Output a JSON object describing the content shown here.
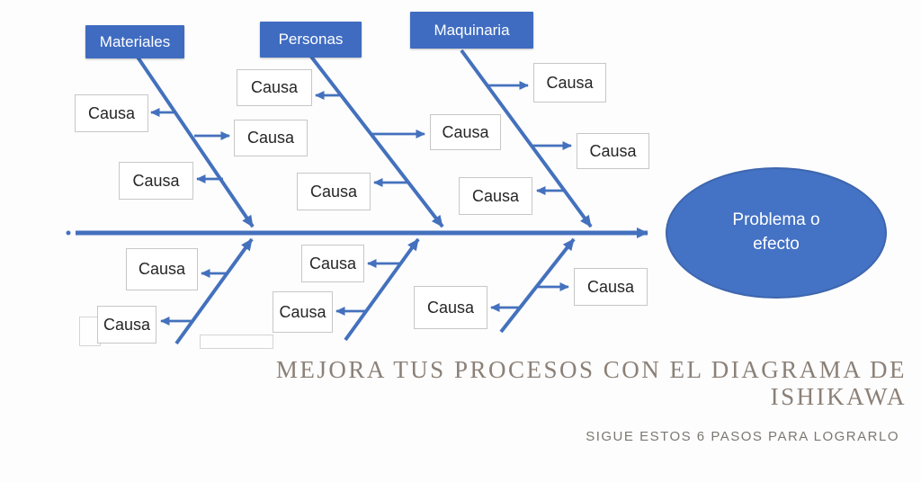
{
  "diagram": {
    "category_labels": [
      "Materiales",
      "Personas",
      "Maquinaria"
    ],
    "cause_labels": [
      "Causa",
      "Causa",
      "Causa",
      "Causa",
      "Causa",
      "Causa",
      "Causa",
      "Causa",
      "Causa",
      "Causa",
      "Causa",
      "Causa",
      "Causa",
      "Causa",
      "Causa"
    ],
    "effect": {
      "line1": "Problema o",
      "line2": "efecto"
    }
  },
  "footer": {
    "title_line1": "MEJORA TUS PROCESOS CON EL DIAGRAMA DE",
    "title_line2": "ISHIKAWA",
    "subtitle": "SIGUE ESTOS 6 PASOS PARA LOGRARLO"
  },
  "colors": {
    "accent_blue": "#4472c4",
    "line_blue": "#4471bd",
    "box_border_gray": "#c7c7c7",
    "title_brown": "#8b8077",
    "subtitle_gray": "#7b7873"
  }
}
